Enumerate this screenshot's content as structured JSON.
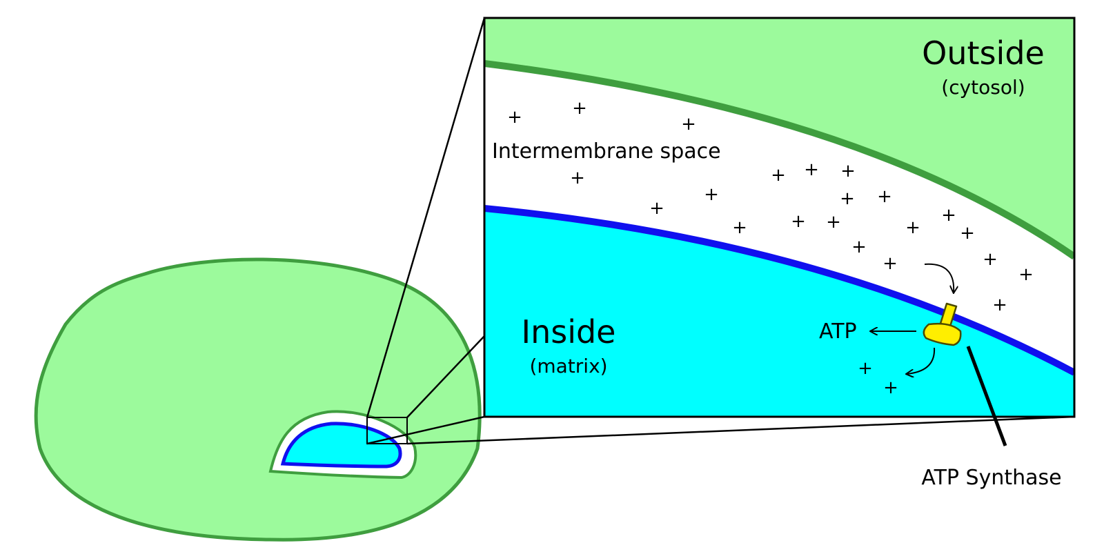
{
  "labels": {
    "outside_title": "Outside",
    "outside_sub": "(cytosol)",
    "intermembrane": "Intermembrane space",
    "inside_title": "Inside",
    "inside_sub": "(matrix)",
    "atp": "ATP",
    "atp_synthase": "ATP Synthase",
    "plus_symbol": "+"
  },
  "colors": {
    "cytosol_fill": "#9cfa9c",
    "outer_membrane": "#3f9e3f",
    "intermembrane_fill": "#ffffff",
    "matrix_fill": "#00ffff",
    "inner_membrane": "#1010ee",
    "atp_synthase_fill": "#ffee00",
    "atp_synthase_stroke": "#4a4a00",
    "line": "#000000"
  },
  "icons": {
    "small_cell": "cell-outline-icon",
    "atp_synthase": "atp-synthase-icon",
    "arrows": "curved-arrow-icon"
  }
}
